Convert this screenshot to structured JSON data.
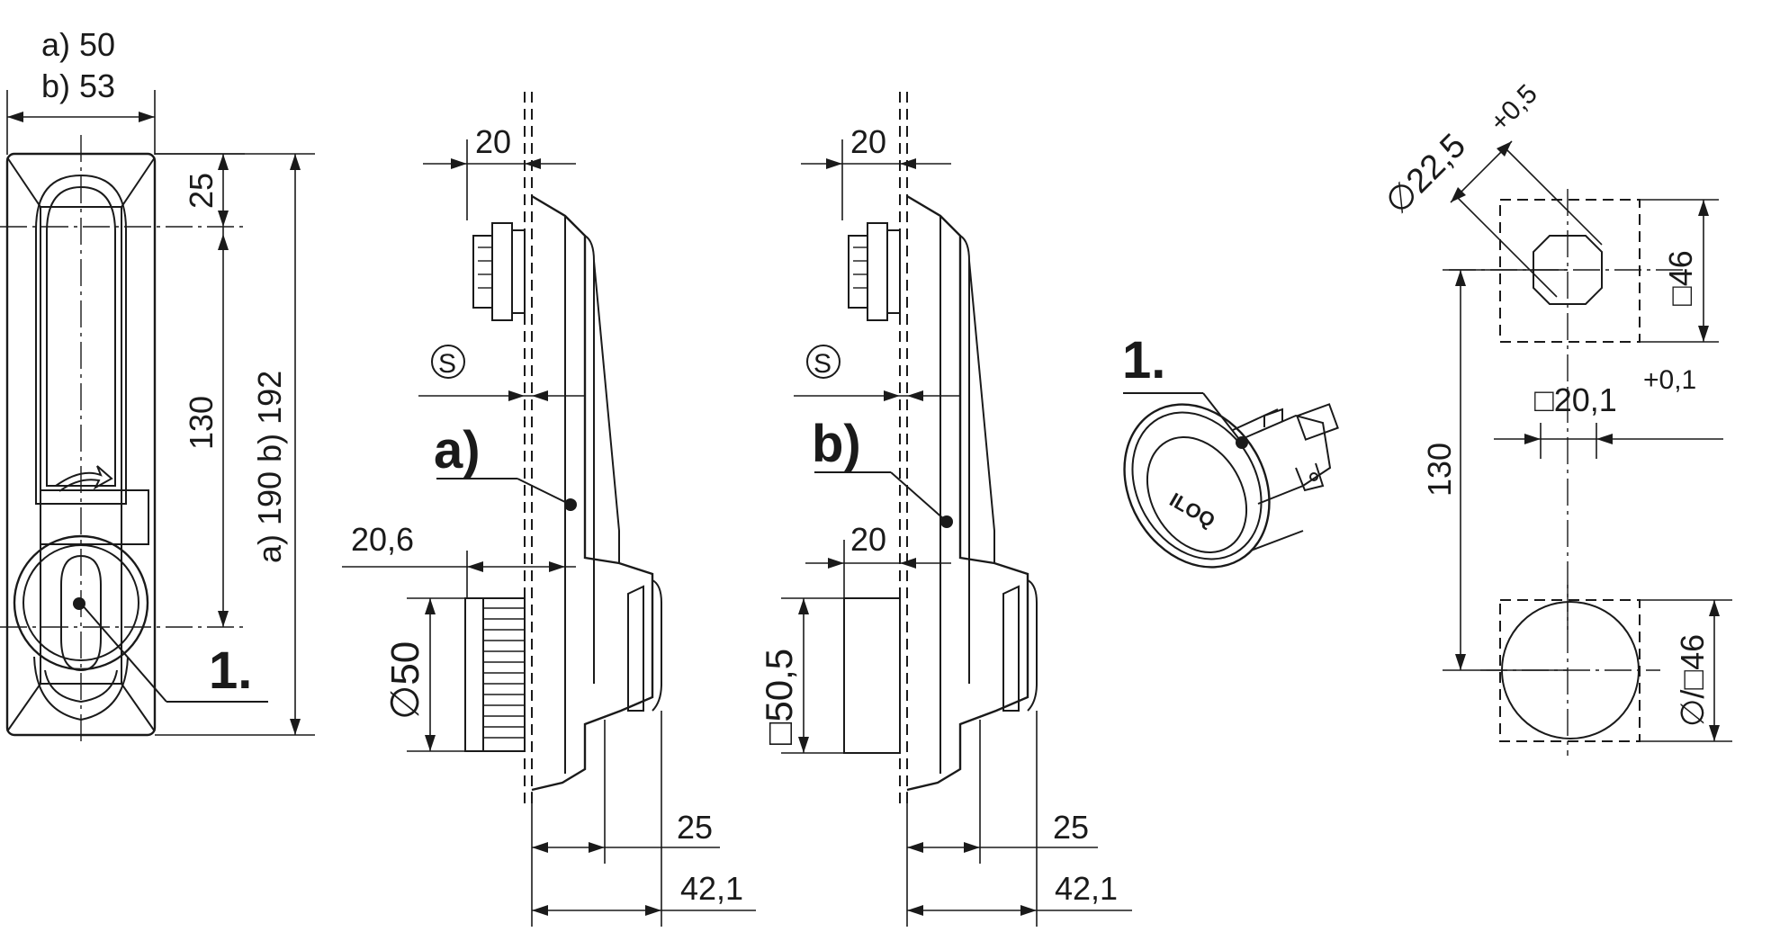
{
  "front_view": {
    "width_a": "a) 50",
    "width_b": "b) 53",
    "dim_top": "25",
    "dim_mid": "130",
    "dim_total": "a) 190  b) 192",
    "callout": "1."
  },
  "side_view_a": {
    "label": "a)",
    "dim_top": "20",
    "symbol_s": "S",
    "dim_cyl": "20,6",
    "dim_dia": "∅50",
    "dim_25": "25",
    "dim_421": "42,1"
  },
  "side_view_b": {
    "label": "b)",
    "dim_top": "20",
    "symbol_s": "S",
    "dim_cyl": "20",
    "dim_sq": "□50,5",
    "dim_25": "25",
    "dim_421": "42,1"
  },
  "cylinder": {
    "callout": "1.",
    "brand": "ILOQ"
  },
  "cutout": {
    "dim_dia": "∅22,5",
    "dim_dia_tol": "+0,5",
    "dim_sq46": "□46",
    "dim_sq201": "□20,1",
    "dim_sq201_tol": "+0,1",
    "dim_130": "130",
    "dim_round46": "∅/□46"
  }
}
